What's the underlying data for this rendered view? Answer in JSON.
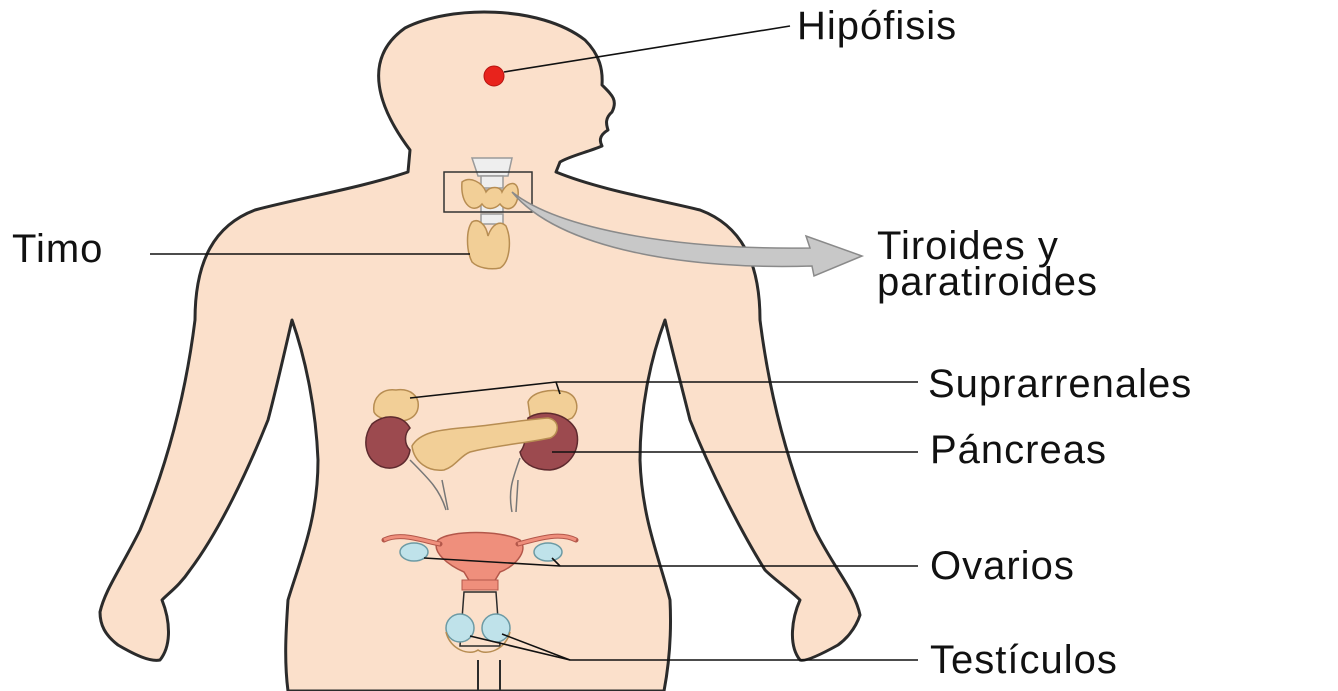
{
  "labels": {
    "hipofisis": "Hipófisis",
    "timo": "Timo",
    "tiroides_line1": "Tiroides y",
    "tiroides_line2": "paratiroides",
    "suprarrenales": "Suprarrenales",
    "pancreas": "Páncreas",
    "ovarios": "Ovarios",
    "testiculos": "Testículos"
  },
  "colors": {
    "skin": "#fbe0cb",
    "outline": "#2b2b2b",
    "pituitary": "#e8231c",
    "gland": "#f2cf97",
    "kidney": "#9c4a4f",
    "uterus": "#ef8f7c",
    "ovary": "#bfe2ea",
    "arrow": "#c8c8c8"
  }
}
